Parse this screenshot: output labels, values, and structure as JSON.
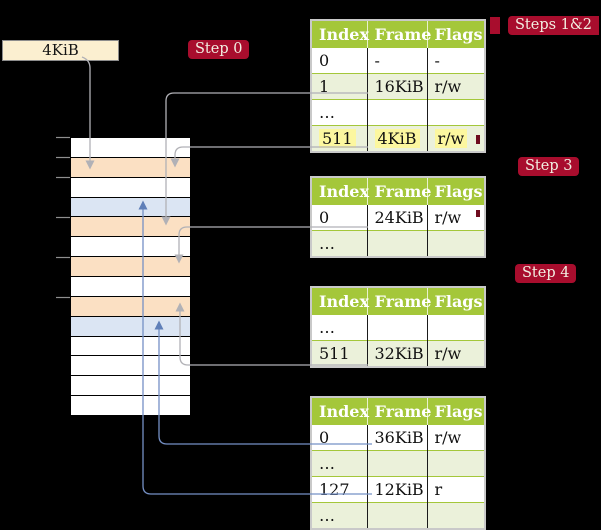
{
  "colors": {
    "background": "#000000",
    "badge_red": "#A80D2D",
    "badge_text": "#F2EFE2",
    "table_header_green": "#A4C73A",
    "row_light_green": "#EBF1DA",
    "highlight_yellow": "#FCF79F",
    "frame_orange": "#FBE0C3",
    "frame_blue": "#DBE5F3",
    "line_gray": "#B1B1B6",
    "line_blue": "#7590C5",
    "label_cream": "#FBEFD0"
  },
  "frame_size_label": "4KiB",
  "badges": {
    "step0": "Step 0",
    "steps12": "Steps 1&2",
    "step3": "Step 3",
    "step4": "Step 4"
  },
  "page_tables": [
    {
      "name": "page-table-steps-1-2",
      "columns": [
        "Index",
        "Frame",
        "Flags"
      ],
      "rows": [
        {
          "index": "0",
          "frame": "-",
          "flags": "-",
          "shaded": false,
          "highlighted": false
        },
        {
          "index": "1",
          "frame": "16KiB",
          "flags": "r/w",
          "shaded": true,
          "highlighted": false
        },
        {
          "index": "…",
          "frame": "",
          "flags": "",
          "shaded": false,
          "highlighted": false
        },
        {
          "index": "511",
          "frame": "4KiB",
          "flags": "r/w",
          "shaded": true,
          "highlighted": true
        }
      ]
    },
    {
      "name": "page-table-step-3",
      "columns": [
        "Index",
        "Frame",
        "Flags"
      ],
      "rows": [
        {
          "index": "0",
          "frame": "24KiB",
          "flags": "r/w",
          "shaded": false,
          "highlighted": false
        },
        {
          "index": "…",
          "frame": "",
          "flags": "",
          "shaded": true,
          "highlighted": false
        }
      ]
    },
    {
      "name": "page-table-step-4",
      "columns": [
        "Index",
        "Frame",
        "Flags"
      ],
      "rows": [
        {
          "index": "…",
          "frame": "",
          "flags": "",
          "shaded": false,
          "highlighted": false
        },
        {
          "index": "511",
          "frame": "32KiB",
          "flags": "r/w",
          "shaded": true,
          "highlighted": false
        }
      ]
    },
    {
      "name": "page-table-final",
      "columns": [
        "Index",
        "Frame",
        "Flags"
      ],
      "rows": [
        {
          "index": "0",
          "frame": "36KiB",
          "flags": "r/w",
          "shaded": false,
          "highlighted": false
        },
        {
          "index": "…",
          "frame": "",
          "flags": "",
          "shaded": true,
          "highlighted": false
        },
        {
          "index": "127",
          "frame": "12KiB",
          "flags": "r",
          "shaded": false,
          "highlighted": false
        },
        {
          "index": "…",
          "frame": "",
          "flags": "",
          "shaded": true,
          "highlighted": false
        }
      ]
    }
  ],
  "memory_stack": {
    "rows": [
      "white",
      "orange",
      "white",
      "blue",
      "orange",
      "white",
      "orange",
      "white",
      "orange",
      "blue",
      "white",
      "white",
      "white",
      "white"
    ]
  }
}
